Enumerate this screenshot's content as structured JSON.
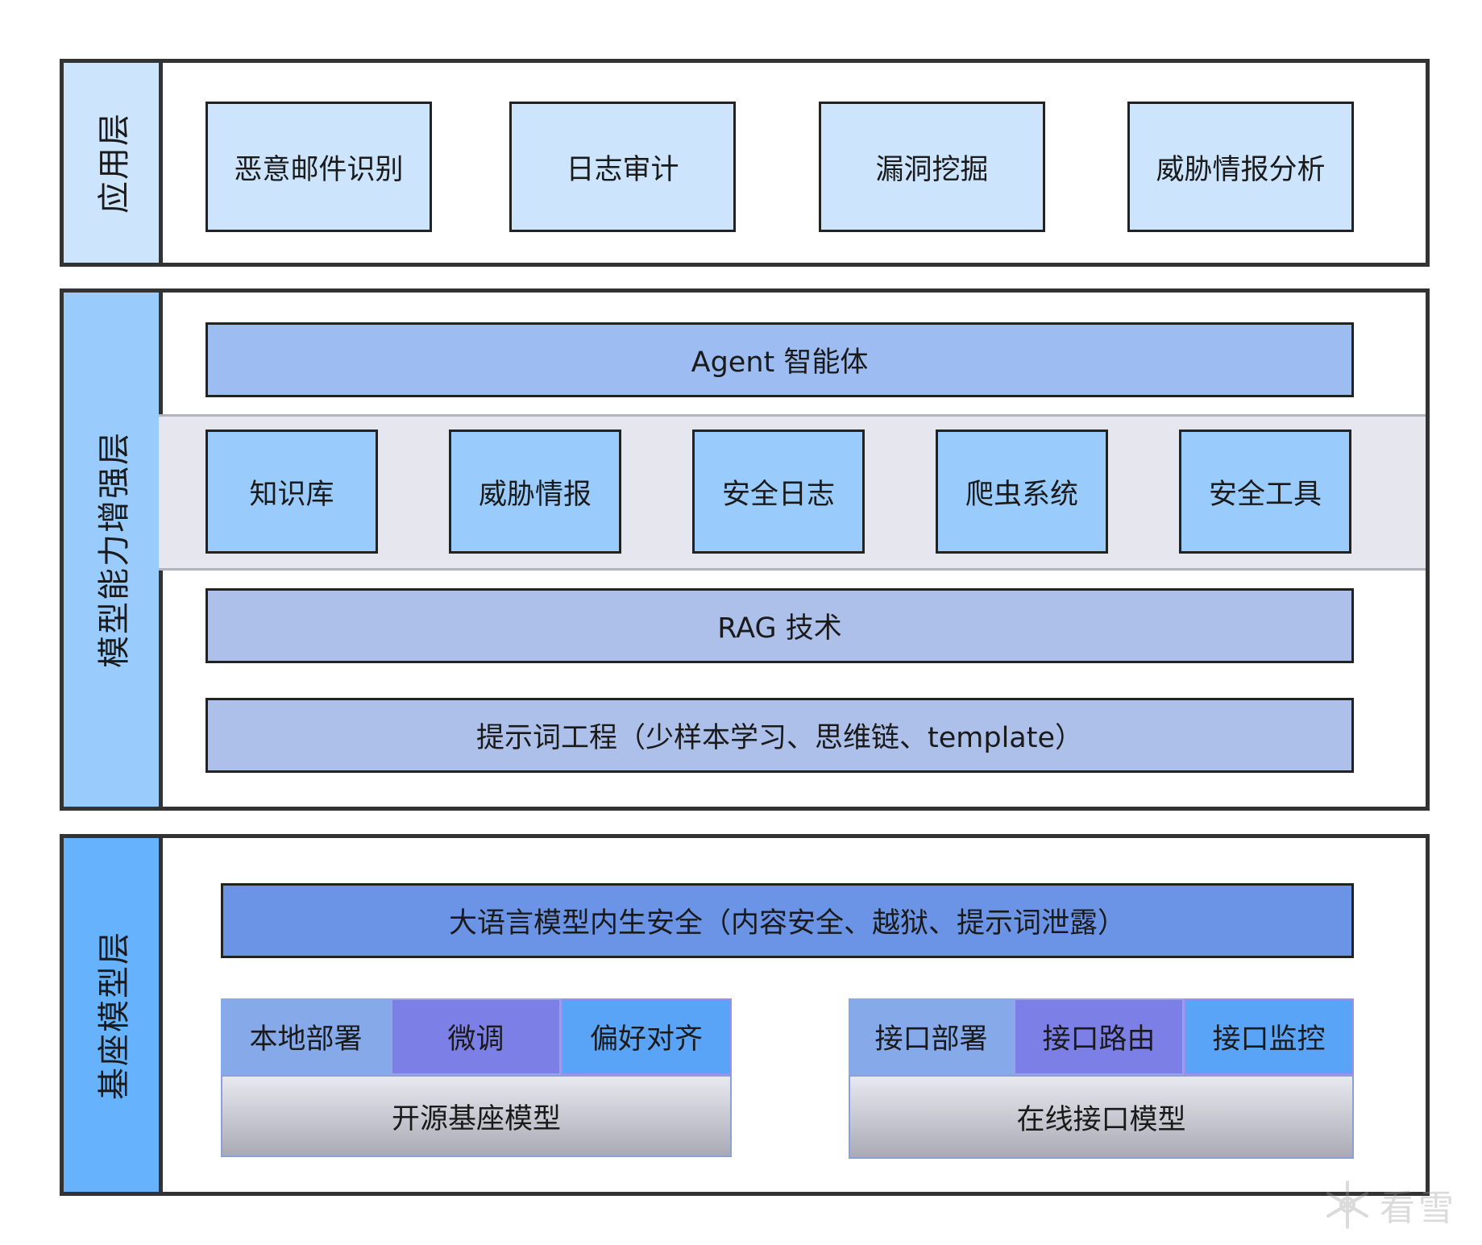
{
  "colors": {
    "app_label_bg": "#cce4fc",
    "enhance_label_bg": "#99ccfc",
    "base_label_bg": "#66b2fc",
    "app_box": "#cce4fc",
    "agent": "#9dbcf2",
    "source_box": "#99ccfc",
    "rag": "#adc0ea",
    "base_safety": "#6b94e6",
    "seg_a": "#86a9ea",
    "seg_b": "#7b7fe6",
    "seg_c": "#5aa4f8"
  },
  "app_layer": {
    "label": "应用层",
    "items": [
      "恶意邮件识别",
      "日志审计",
      "漏洞挖掘",
      "威胁情报分析"
    ]
  },
  "enhance_layer": {
    "label": "模型能力增强层",
    "agent": "Agent 智能体",
    "sources": [
      "知识库",
      "威胁情报",
      "安全日志",
      "爬虫系统",
      "安全工具"
    ],
    "rag": "RAG 技术",
    "prompt": "提示词工程（少样本学习、思维链、template）"
  },
  "base_layer": {
    "label": "基座模型层",
    "safety": "大语言模型内生安全（内容安全、越狱、提示词泄露）",
    "open_source": {
      "segments": [
        "本地部署",
        "微调",
        "偏好对齐"
      ],
      "base": "开源基座模型"
    },
    "online": {
      "segments": [
        "接口部署",
        "接口路由",
        "接口监控"
      ],
      "base": "在线接口模型"
    }
  },
  "watermark": {
    "icon": "snowflake-icon",
    "text": "看雪"
  }
}
